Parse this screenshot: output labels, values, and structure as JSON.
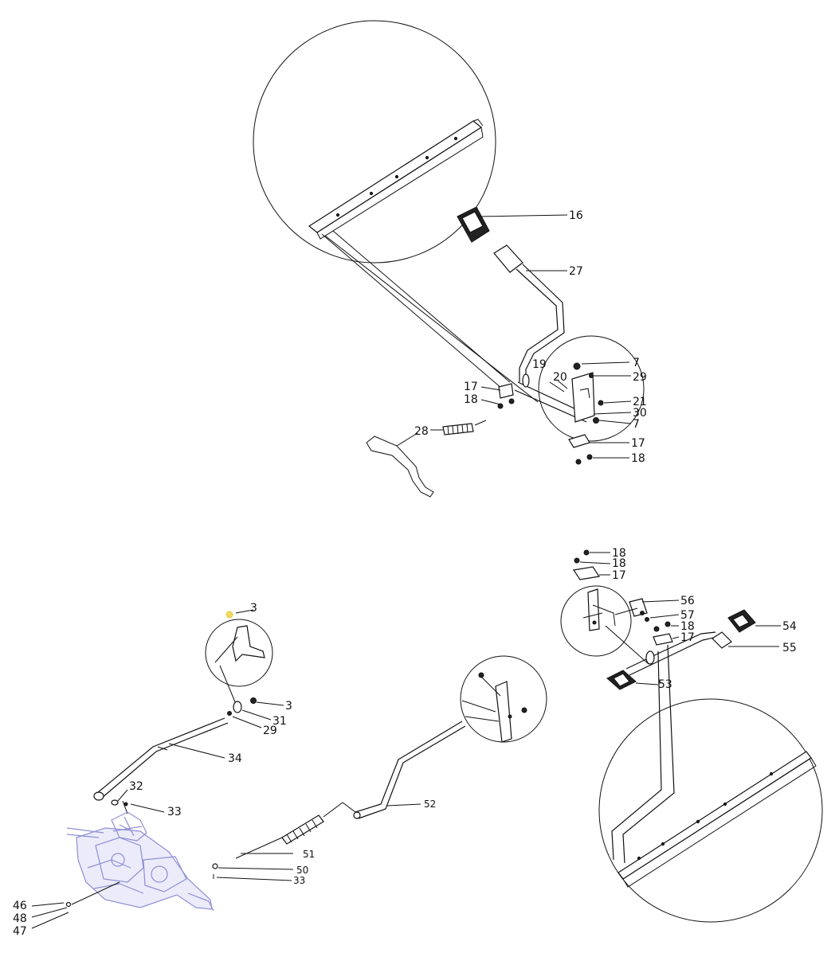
{
  "diagram": {
    "type": "exploded-parts-diagram",
    "colors": {
      "line": "#111111",
      "transaxle": "#8f8fd6",
      "highlight": "#f2dc5a",
      "background": "#ffffff"
    },
    "callouts": [
      "16",
      "27",
      "7",
      "19",
      "20",
      "29",
      "17",
      "18",
      "21",
      "30",
      "7",
      "17",
      "18",
      "28",
      "18",
      "18",
      "17",
      "56",
      "57",
      "18",
      "17",
      "54",
      "55",
      "53",
      "3",
      "3",
      "31",
      "29",
      "34",
      "32",
      "33",
      "52",
      "51",
      "50",
      "33",
      "46",
      "48",
      "47"
    ]
  }
}
